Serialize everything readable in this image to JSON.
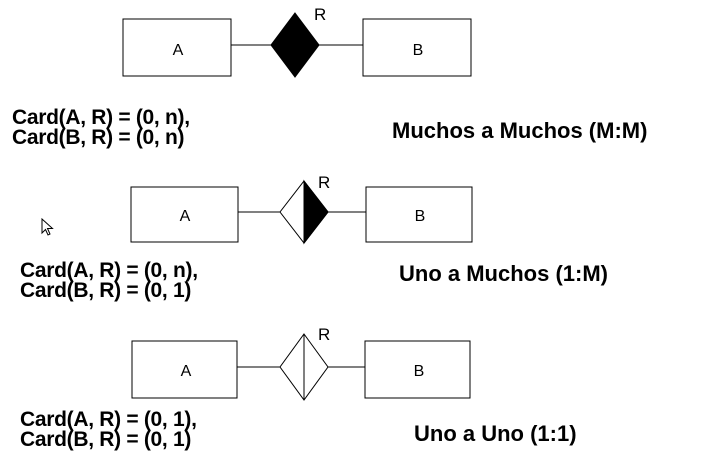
{
  "diagrams": [
    {
      "entity_a": "A",
      "entity_b": "B",
      "relationship": "R",
      "relationship_fill": "full",
      "card_a": "Card(A, R) = (0, n),",
      "card_b": "Card(B, R) = (0, n)",
      "type_label": "Muchos a Muchos (M:M)"
    },
    {
      "entity_a": "A",
      "entity_b": "B",
      "relationship": "R",
      "relationship_fill": "right-half",
      "card_a": "Card(A, R) = (0, n),",
      "card_b": "Card(B, R) = (0, 1)",
      "type_label": "Uno a Muchos (1:M)"
    },
    {
      "entity_a": "A",
      "entity_b": "B",
      "relationship": "R",
      "relationship_fill": "none",
      "card_a": "Card(A, R) = (0, 1),",
      "card_b": "Card(B, R) = (0, 1)",
      "type_label": "Uno a Uno (1:1)"
    }
  ],
  "colors": {
    "stroke": "#000000",
    "fill": "#000000",
    "background": "#ffffff"
  },
  "cursor_icon": "mouse-pointer-icon"
}
